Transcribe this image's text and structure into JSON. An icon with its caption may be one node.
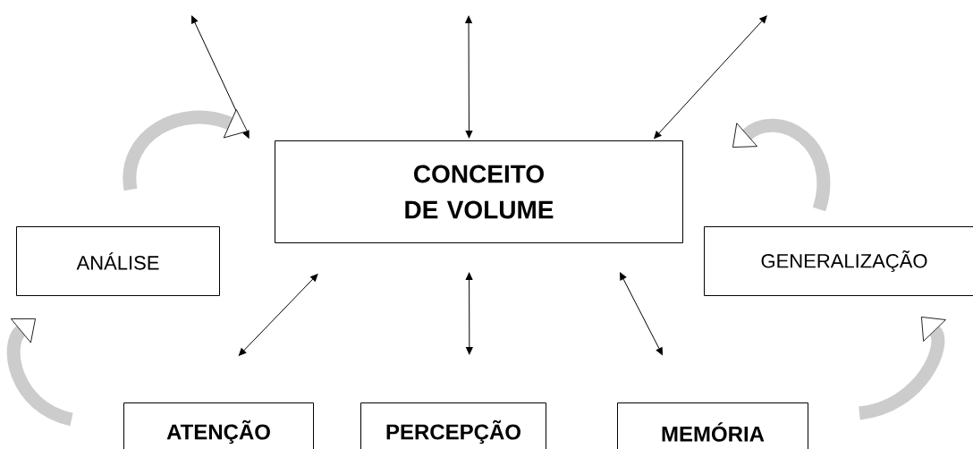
{
  "diagram": {
    "nodes": [
      {
        "text": [
          "CONCEITO DE VOLUME"
        ]
      },
      {
        "text": [
          "ANÁLISE"
        ]
      },
      {
        "text": [
          "GENERALIZAÇÃO"
        ]
      },
      {
        "text": [
          "ATENÇÃO"
        ]
      },
      {
        "text": [
          "PERCEPÇÃO"
        ]
      },
      {
        "text": [
          "MEMÓRIA"
        ]
      }
    ],
    "edges": [
      {
        "from": null,
        "to": 0,
        "arrow": "both"
      },
      {
        "from": null,
        "to": 0,
        "arrow": "both"
      },
      {
        "from": null,
        "to": 0,
        "arrow": "both"
      },
      {
        "from": 0,
        "to": 3,
        "arrow": "both"
      },
      {
        "from": 0,
        "to": 4,
        "arrow": "both"
      },
      {
        "from": 0,
        "to": 5,
        "arrow": "both"
      },
      {
        "from": 3,
        "to": 1,
        "arrow": "to",
        "style": "thick",
        "color": "#cccccc"
      },
      {
        "from": 1,
        "to": 0,
        "arrow": "to",
        "style": "thick",
        "color": "#cccccc"
      },
      {
        "from": 5,
        "to": 2,
        "arrow": "to",
        "style": "thick",
        "color": "#cccccc"
      },
      {
        "from": 2,
        "to": 0,
        "arrow": "to",
        "style": "thick",
        "color": "#cccccc"
      }
    ]
  }
}
